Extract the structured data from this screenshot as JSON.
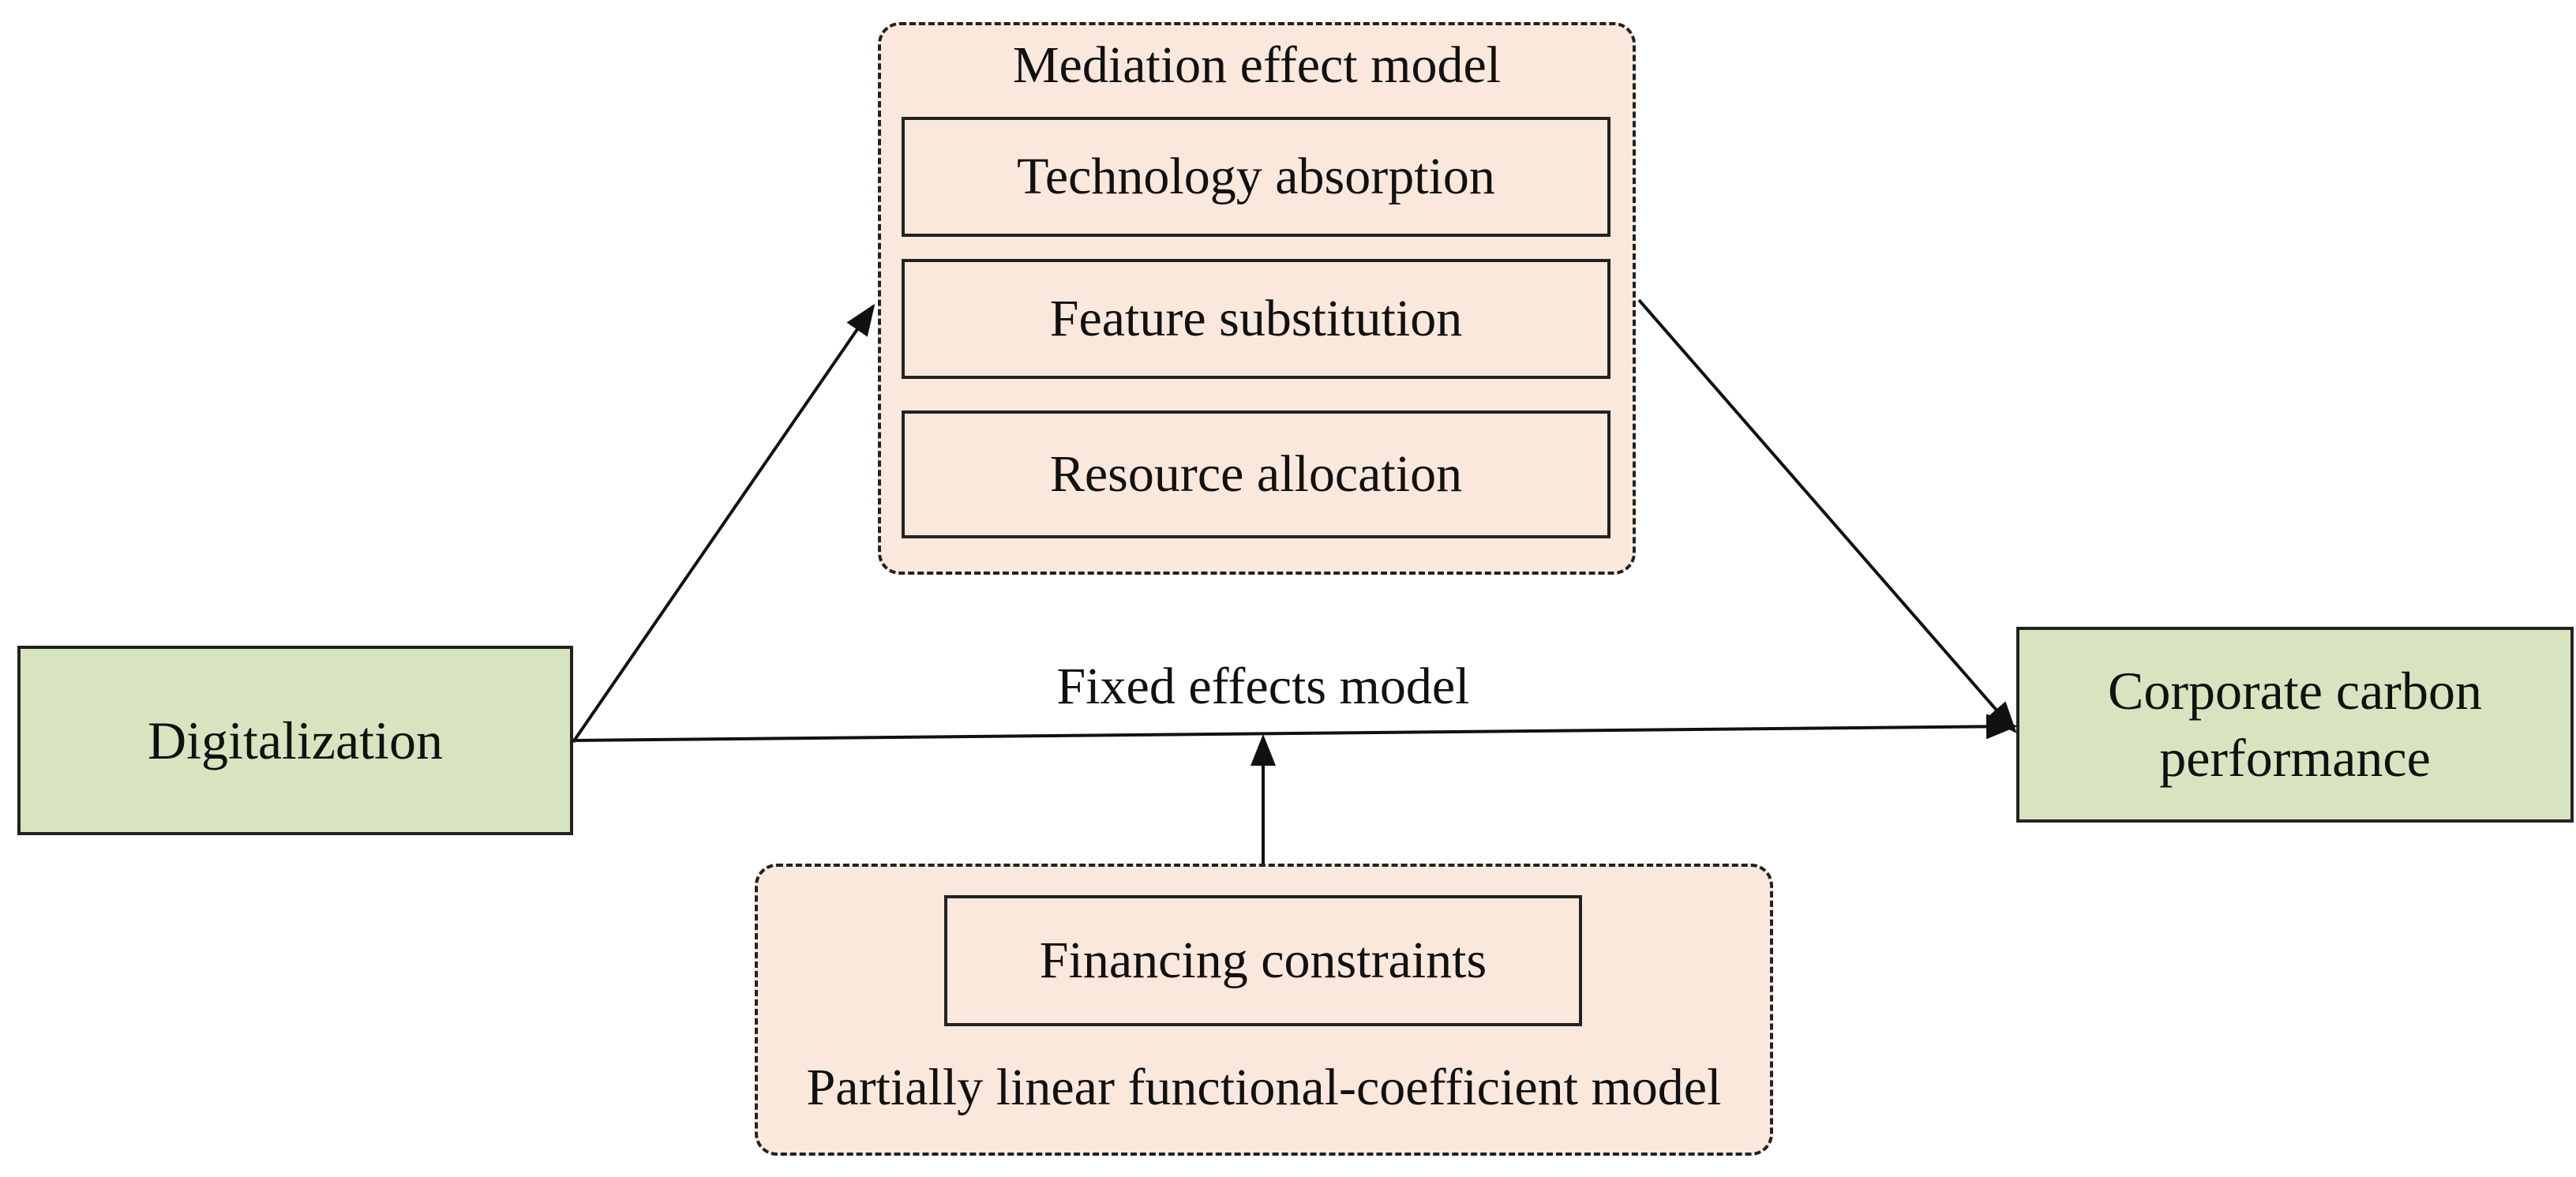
{
  "nodes": {
    "digitalization": "Digitalization",
    "carbon_line1": "Corporate carbon",
    "carbon_line2": "performance",
    "technology_absorption": "Technology absorption",
    "feature_substitution": "Feature substitution",
    "resource_allocation": "Resource allocation",
    "financing_constraints": "Financing constraints"
  },
  "groups": {
    "mediation_title": "Mediation effect model",
    "plfc_title": "Partially linear functional-coefficient model"
  },
  "edges": {
    "fixed_effects_label": "Fixed effects model"
  },
  "colors": {
    "outcome_fill": "#d8e4bf",
    "mechanism_fill": "#fbe8dc"
  }
}
